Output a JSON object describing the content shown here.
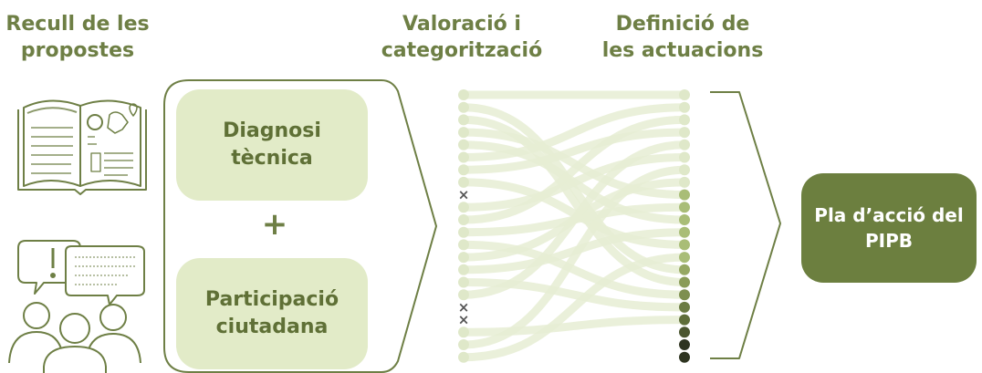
{
  "headings": {
    "recull": [
      "Recull de les",
      "propostes"
    ],
    "valoracio": [
      "Valoració i",
      "categorització"
    ],
    "definicio": [
      "Definició de",
      "les actuacions"
    ]
  },
  "boxes": {
    "diagnosi": [
      "Diagnosi",
      "tècnica"
    ],
    "plus": "+",
    "participacio": [
      "Participació",
      "ciutadana"
    ]
  },
  "result": [
    "Pla d’acció del",
    "PIPB"
  ],
  "flow": {
    "left_nodes": [
      "dot",
      "dot",
      "dot",
      "dot",
      "dot",
      "dot",
      "dot",
      "dot",
      "x",
      "dot",
      "dot",
      "dot",
      "dot",
      "dot",
      "dot",
      "dot",
      "dot",
      "x",
      "x",
      "dot",
      "dot",
      "dot"
    ],
    "right_node_colors": [
      "#dfe8c9",
      "#dfe8c9",
      "#dfe8c9",
      "#dfe8c9",
      "#dfe8c9",
      "#dfe8c9",
      "#dfe8c9",
      "#dfe8c9",
      "#a9bd77",
      "#a9bd77",
      "#a9bd77",
      "#a9bd77",
      "#a9bd77",
      "#a9bd77",
      "#96a863",
      "#8a9c58",
      "#7e8f4f",
      "#6b7b43",
      "#5f6e3a",
      "#4b5630",
      "#2e3420",
      "#2e3420"
    ],
    "left_dot_color": "#dfe8c9",
    "x_color": "#555555",
    "band_color": "#e6edd3"
  },
  "colors": {
    "heading": "#6e7f45",
    "box_fill": "#e2ebc8",
    "box_text": "#5f7036",
    "result_fill": "#6c7f3f",
    "outline": "#6e7f45"
  },
  "icons": [
    "book-map-icon",
    "people-chat-icon"
  ]
}
